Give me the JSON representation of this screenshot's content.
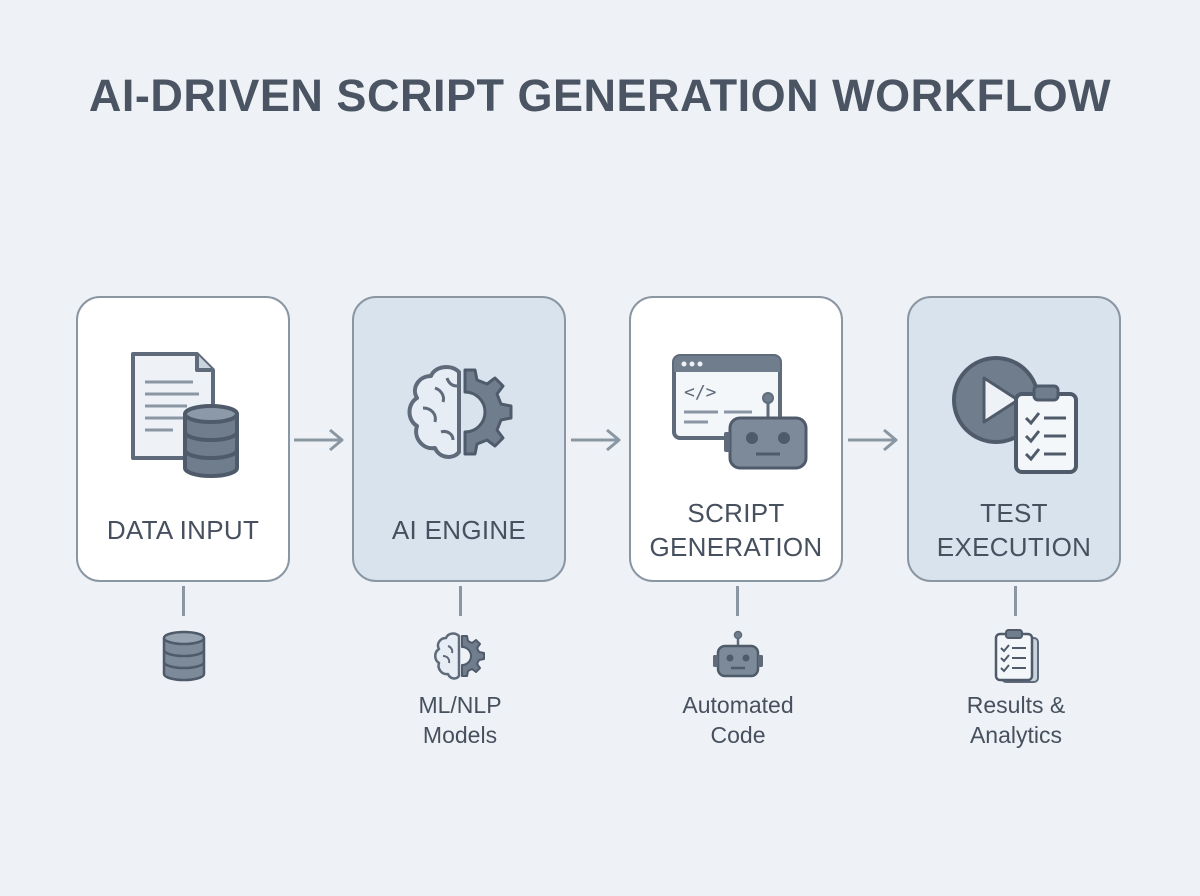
{
  "diagram": {
    "title": "AI-DRIVEN SCRIPT GENERATION WORKFLOW",
    "steps": [
      {
        "label_lines": [
          "DATA INPUT"
        ],
        "icon": "document-database-icon",
        "sub_icon": "database-icon",
        "sub_label_lines": []
      },
      {
        "label_lines": [
          "AI ENGINE"
        ],
        "icon": "brain-gear-icon",
        "sub_icon": "brain-gear-icon",
        "sub_label_lines": [
          "ML/NLP",
          "Models"
        ]
      },
      {
        "label_lines": [
          "SCRIPT",
          "GENERATION"
        ],
        "icon": "code-window-robot-icon",
        "sub_icon": "robot-icon",
        "sub_label_lines": [
          "Automated",
          "Code"
        ]
      },
      {
        "label_lines": [
          "TEST",
          "EXECUTION"
        ],
        "icon": "play-clipboard-icon",
        "sub_icon": "clipboard-checklist-icon",
        "sub_label_lines": [
          "Results &",
          "Analytics"
        ]
      }
    ],
    "colors": {
      "background": "#eef2f6",
      "card_white": "#ffffff",
      "card_shaded": "#d8e3ee",
      "stroke": "#8b96a3",
      "icon_fill": "#6f7d8d",
      "text": "#46505e"
    }
  }
}
